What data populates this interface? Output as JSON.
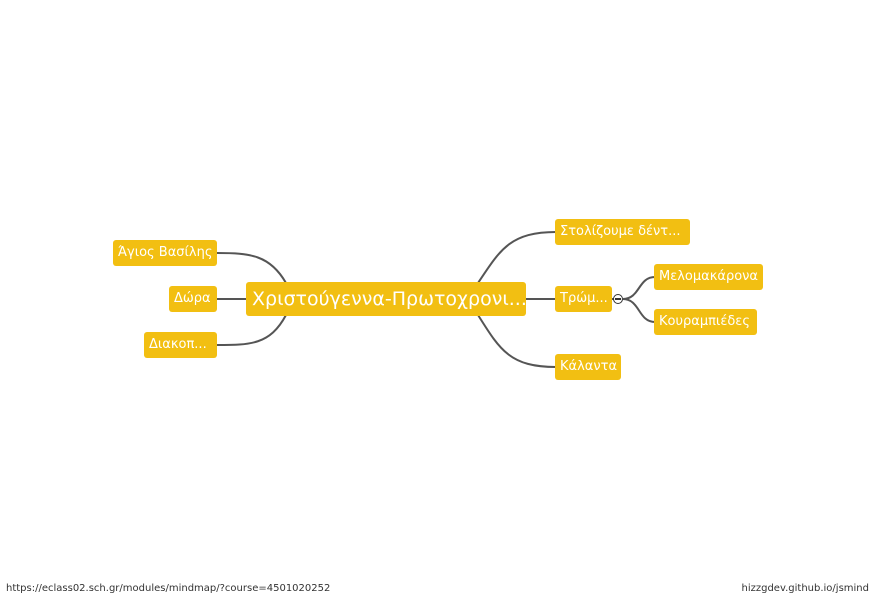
{
  "mindmap": {
    "root": "Χριστούγεννα-Πρωτοχρονι...",
    "left": [
      "Άγιος Βασίλης",
      "Δώρα",
      "Διακοπ..."
    ],
    "right": [
      "Στολίζουμε δέντ...",
      "Τρώμ...",
      "Κάλαντα"
    ],
    "sub": [
      "Μελομακάρονα",
      "Κουραμπιέδες"
    ]
  },
  "footer": {
    "url": "https://eclass02.sch.gr/modules/mindmap/?course=4501020252",
    "credit": "hizzgdev.github.io/jsmind"
  },
  "colors": {
    "node_bg": "#f2bf12",
    "node_text": "#ffffff",
    "line": "#555555"
  }
}
